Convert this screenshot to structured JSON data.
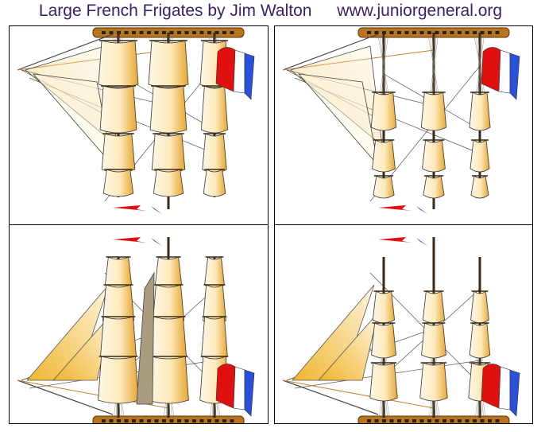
{
  "header": {
    "title": "Large French Frigates by Jim Walton",
    "url": "www.juniorgeneral.org"
  },
  "colors": {
    "title_text": "#3a1f6b",
    "sail_light": "#fff7e6",
    "sail_dark": "#e7a733",
    "hull": "#b9741e",
    "flag_blue": "#2850d8",
    "flag_white": "#ffffff",
    "flag_red": "#e01010",
    "panel_border": "#000000"
  },
  "panels": [
    {
      "name": "full-sail-bow-view",
      "orientation": "top",
      "sails": "full"
    },
    {
      "name": "reduced-sail-bow-view",
      "orientation": "top",
      "sails": "reduced"
    },
    {
      "name": "full-sail-stern-view",
      "orientation": "bottom",
      "sails": "full"
    },
    {
      "name": "reduced-sail-stern-view",
      "orientation": "bottom",
      "sails": "reduced"
    }
  ]
}
